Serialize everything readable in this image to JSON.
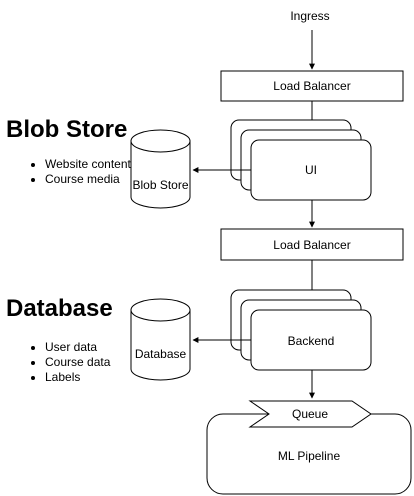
{
  "ingress": {
    "label": "Ingress"
  },
  "load_balancer_top": {
    "label": "Load Balancer"
  },
  "ui": {
    "label": "UI"
  },
  "load_balancer_mid": {
    "label": "Load Balancer"
  },
  "backend": {
    "label": "Backend"
  },
  "queue": {
    "label": "Queue"
  },
  "ml_pipeline": {
    "label": "ML Pipeline"
  },
  "blob_store": {
    "heading": "Blob Store",
    "cylinder_label": "Blob Store",
    "bullets": [
      "Website content",
      "Course media"
    ]
  },
  "database": {
    "heading": "Database",
    "cylinder_label": "Database",
    "bullets": [
      "User data",
      "Course data",
      "Labels"
    ]
  }
}
